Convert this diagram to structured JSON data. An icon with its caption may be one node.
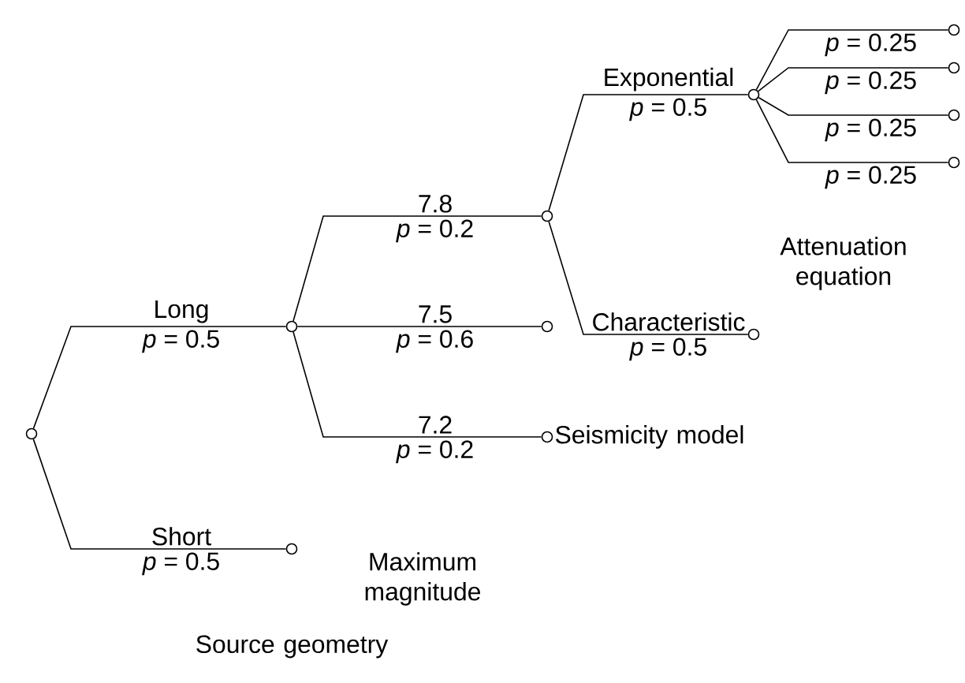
{
  "diagram": {
    "nodes": [
      {
        "text": [],
        "shape": "circle"
      },
      {
        "text": [],
        "shape": "circle"
      },
      {
        "text": [],
        "shape": "circle"
      },
      {
        "text": [],
        "shape": "circle"
      },
      {
        "text": [],
        "shape": "circle"
      },
      {
        "text": [],
        "shape": "circle"
      },
      {
        "text": [],
        "shape": "circle"
      },
      {
        "text": [],
        "shape": "circle"
      },
      {
        "text": [],
        "shape": "circle"
      },
      {
        "text": [],
        "shape": "circle"
      },
      {
        "text": [],
        "shape": "circle"
      },
      {
        "text": [],
        "shape": "circle"
      }
    ],
    "edges": [
      {
        "from": 0,
        "to": 1,
        "arrow": "none",
        "label": "Long"
      },
      {
        "from": 0,
        "to": 2,
        "arrow": "none",
        "label": "Short"
      },
      {
        "from": 1,
        "to": 3,
        "arrow": "none",
        "label": "7.8"
      },
      {
        "from": 1,
        "to": 4,
        "arrow": "none",
        "label": "7.5"
      },
      {
        "from": 1,
        "to": 5,
        "arrow": "none",
        "label": "7.2"
      },
      {
        "from": 3,
        "to": 6,
        "arrow": "none",
        "label": "Exponential"
      },
      {
        "from": 3,
        "to": 7,
        "arrow": "none",
        "label": "Characteristic"
      },
      {
        "from": 6,
        "to": 8,
        "arrow": "none",
        "label": "*p* = 0.25"
      },
      {
        "from": 6,
        "to": 9,
        "arrow": "none",
        "label": "*p* = 0.25"
      },
      {
        "from": 6,
        "to": 10,
        "arrow": "none",
        "label": "*p* = 0.25"
      },
      {
        "from": 6,
        "to": 11,
        "arrow": "none",
        "label": "*p* = 0.25"
      }
    ],
    "labels": [
      "*p* = 0.5",
      "*p* = 0.5",
      "*p* = 0.2",
      "*p* = 0.6",
      "*p* = 0.2",
      "*p* = 0.5",
      "*p* = 0.5",
      "Attenuation equation",
      "Seismicity model",
      "Maximum magnitude",
      "Source geometry"
    ]
  }
}
